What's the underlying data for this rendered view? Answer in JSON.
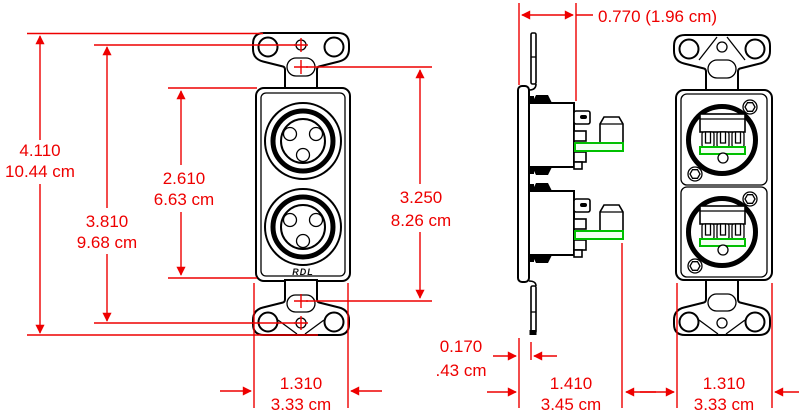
{
  "drawing": {
    "description": "Dimensional line drawing of a dual XLR decora-style wall plate shown in front, side and rear views",
    "brand_label": "RDL",
    "colors": {
      "dimension_red": "#ee0000",
      "line_black": "#000000",
      "terminal_green": "#00c000",
      "background": "#ffffff"
    },
    "dimensions": {
      "overall_height": {
        "inches": "4.110",
        "cm": "10.44 cm"
      },
      "mounting_hole_spacing": {
        "inches": "3.810",
        "cm": "9.68 cm"
      },
      "insert_opening_height": {
        "inches": "2.610",
        "cm": "6.63 cm"
      },
      "slot_center_spacing": {
        "inches": "3.250",
        "cm": "8.26 cm"
      },
      "front_plate_width": {
        "inches": "1.310",
        "cm": "3.33 cm"
      },
      "depth_behind_plate": {
        "combined": "0.770 (1.96 cm)"
      },
      "plate_thickness": {
        "inches": "0.170",
        "cm": ".43 cm"
      },
      "overall_depth": {
        "inches": "1.410",
        "cm": "3.45 cm"
      },
      "rear_plate_width": {
        "inches": "1.310",
        "cm": "3.33 cm"
      }
    }
  }
}
